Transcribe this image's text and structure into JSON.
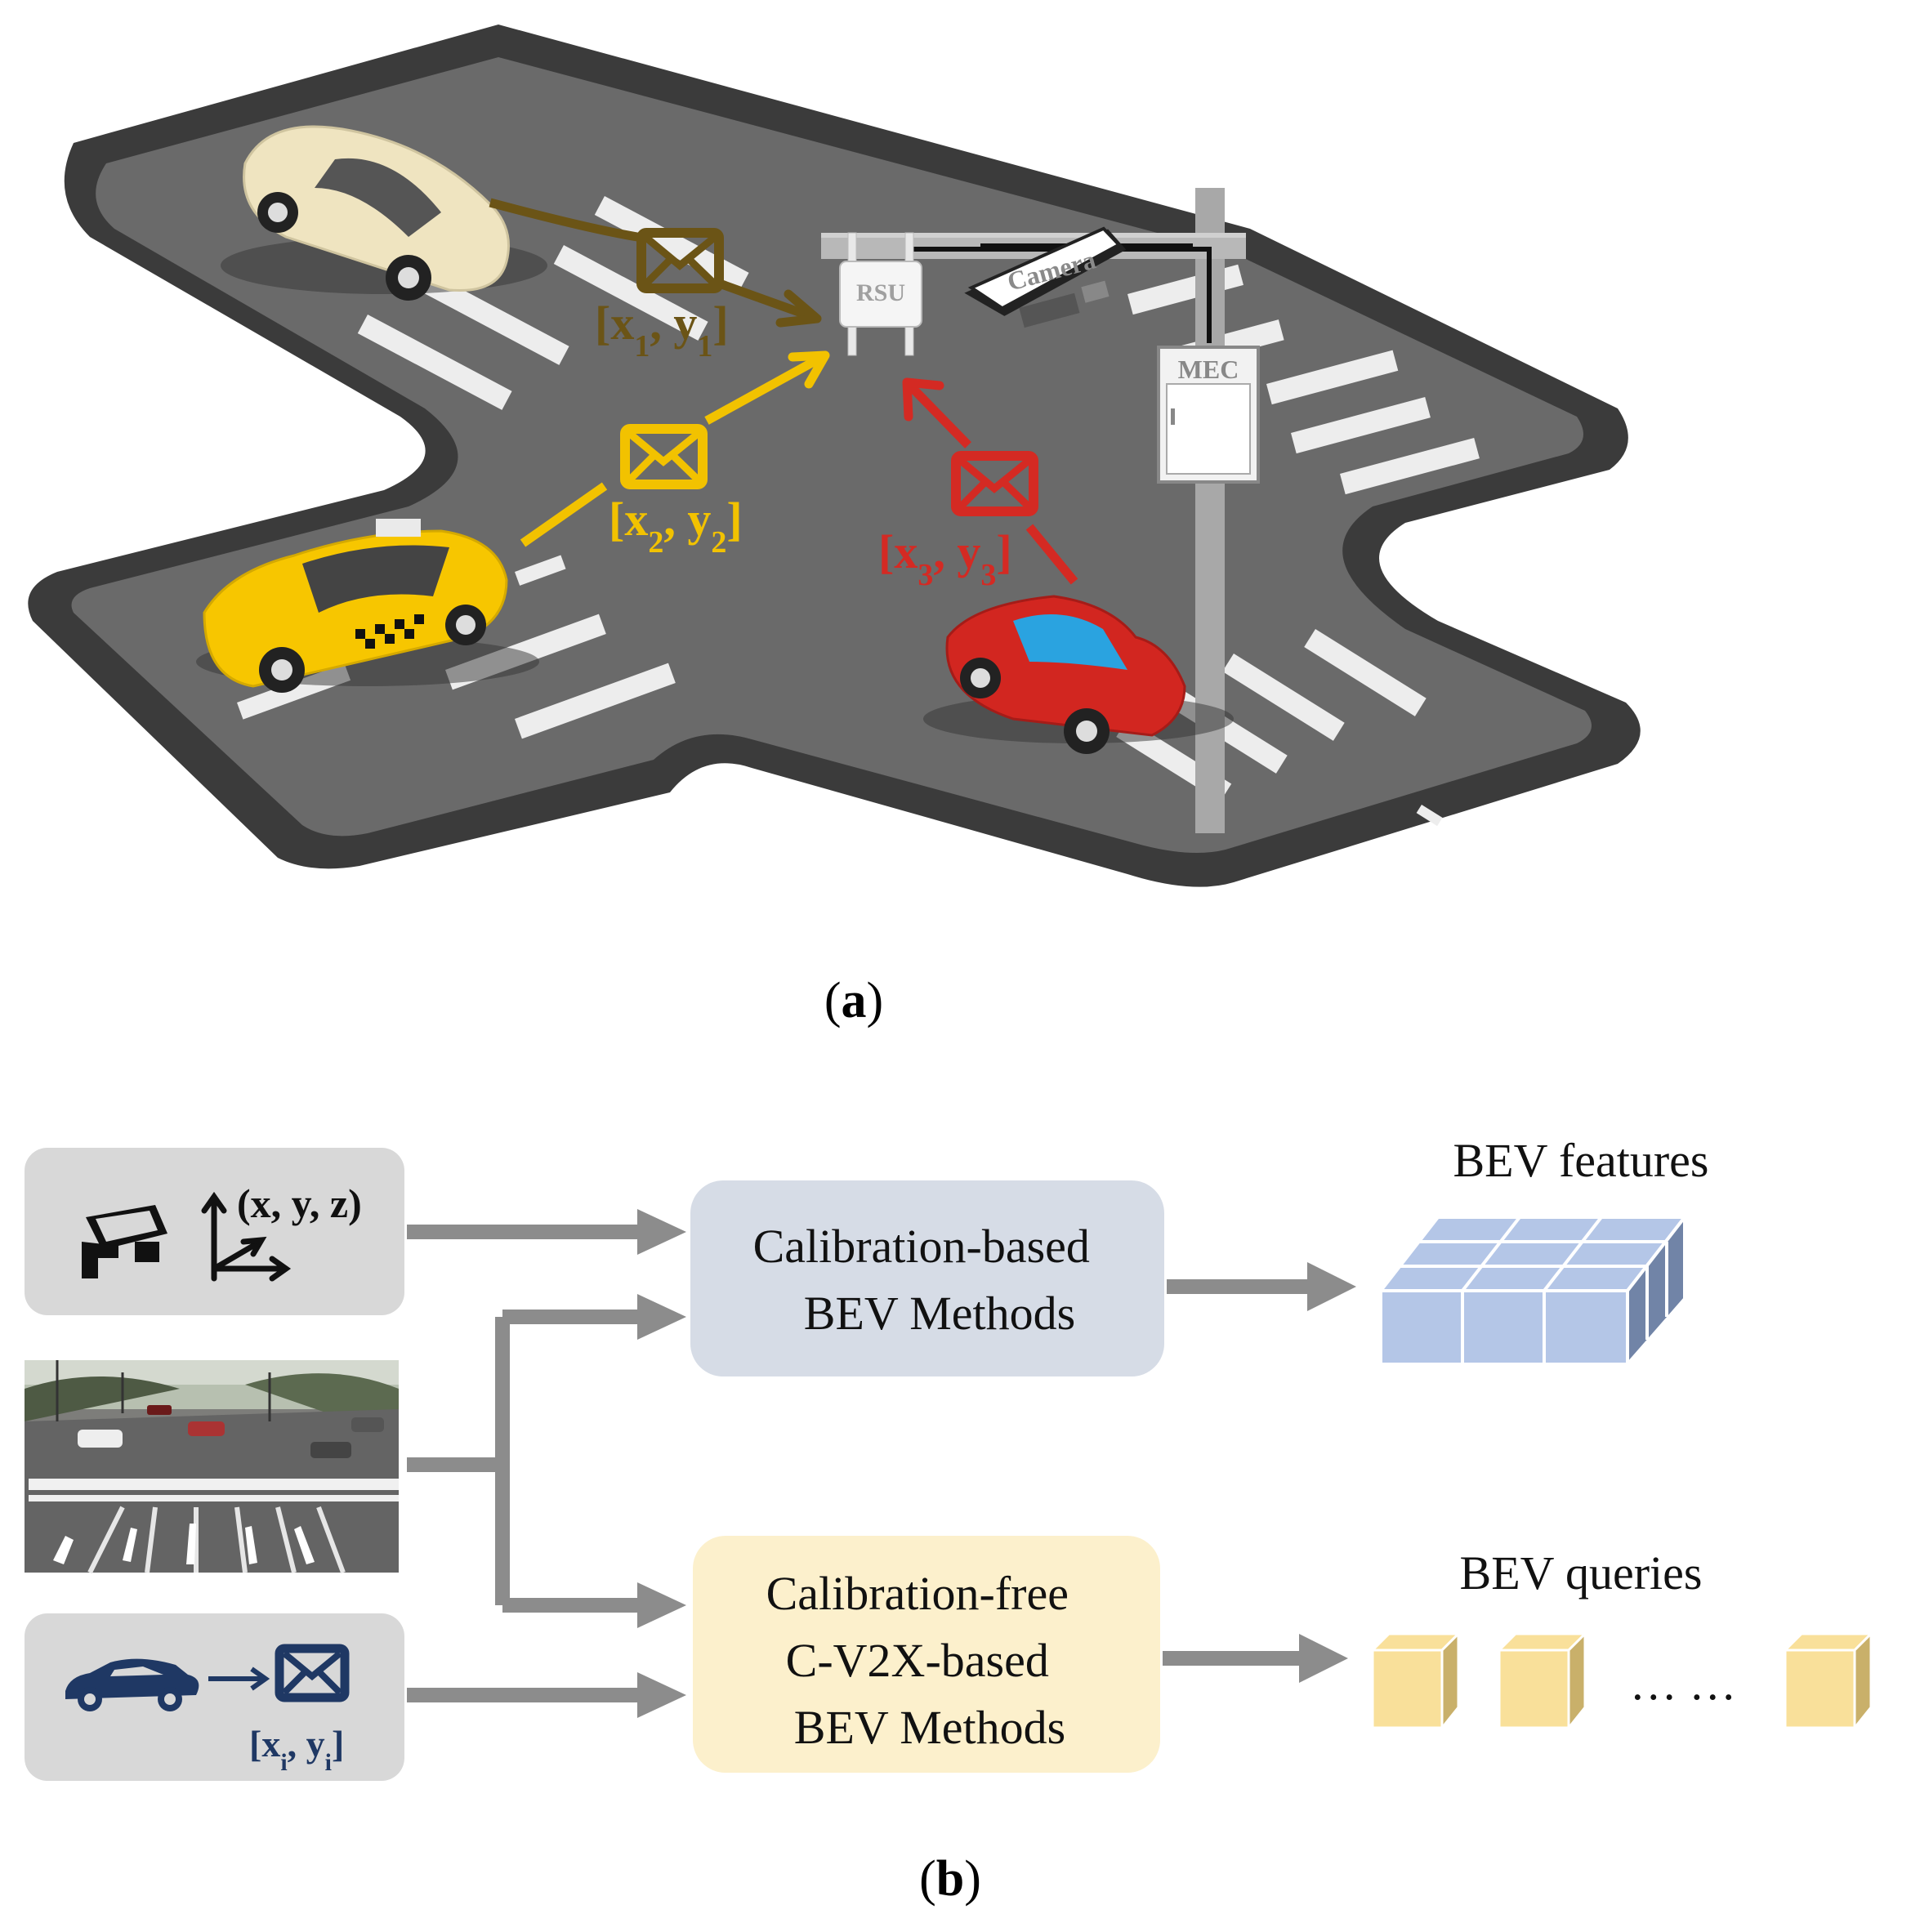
{
  "panel_a": {
    "rsu_label": "RSU",
    "camera_label": "Camera",
    "mec_label": "MEC",
    "messages": [
      {
        "x_var": "x",
        "y_var": "y",
        "subscript": "1",
        "color": "#6b5416"
      },
      {
        "x_var": "x",
        "y_var": "y",
        "subscript": "2",
        "color": "#f2c200"
      },
      {
        "x_var": "x",
        "y_var": "y",
        "subscript": "3",
        "color": "#d42a23"
      }
    ],
    "caption": "a"
  },
  "panel_b": {
    "coord_label": "(x, y, z)",
    "message_x": "x",
    "message_y": "y",
    "message_subscript": "i",
    "method1_line1": "Calibration-based",
    "method1_line2": "BEV Methods",
    "method2_line1": "Calibration-free",
    "method2_line2": "C-V2X-based",
    "method2_line3": "BEV Methods",
    "out1_label": "BEV features",
    "out2_label": "BEV queries",
    "ellipsis": "… …",
    "caption": "b"
  },
  "colors": {
    "road": "#6a6a6a",
    "road_edge": "#3a3a3a",
    "input_box": "#d8d8d8",
    "method1_box": "#d6dce6",
    "method2_box": "#fcf0cc",
    "feature_cube": "#b4c6e7",
    "query_cube": "#f9e09a",
    "arrow_gray": "#8c8c8c",
    "navy": "#1f3864"
  }
}
